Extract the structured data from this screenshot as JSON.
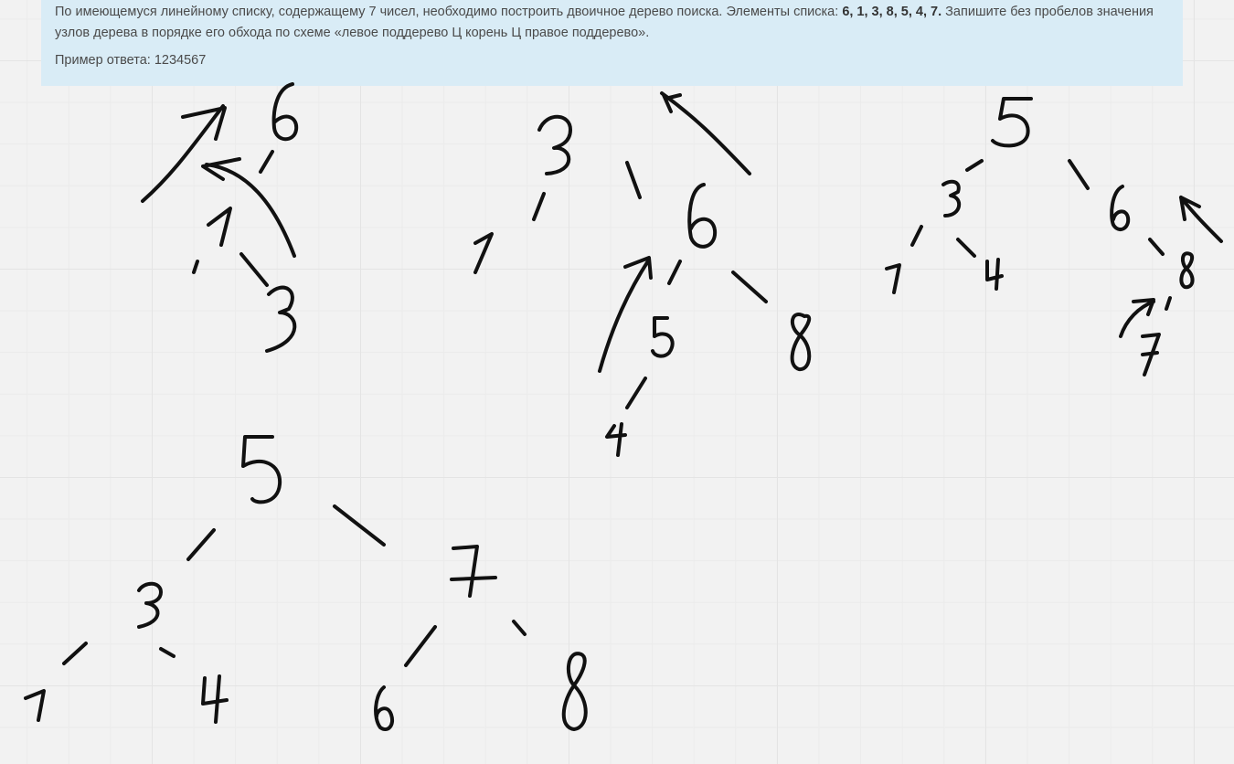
{
  "task": {
    "text_before": "По имеющемуся линейному списку, содержащему 7 чисел, необходимо построить двоичное дерево поиска. Элементы списка: ",
    "elements": "6, 1, 3, 8, 5, 4, 7.",
    "text_after": " Запишите без пробелов значения узлов дерева в порядке его обхода по схеме «левое поддерево Ц корень Ц правое поддерево».",
    "answer_example": "Пример ответа: 1234567"
  },
  "whiteboard": {
    "ink_color": "#111111",
    "panel_color": "#d9ecf6"
  }
}
